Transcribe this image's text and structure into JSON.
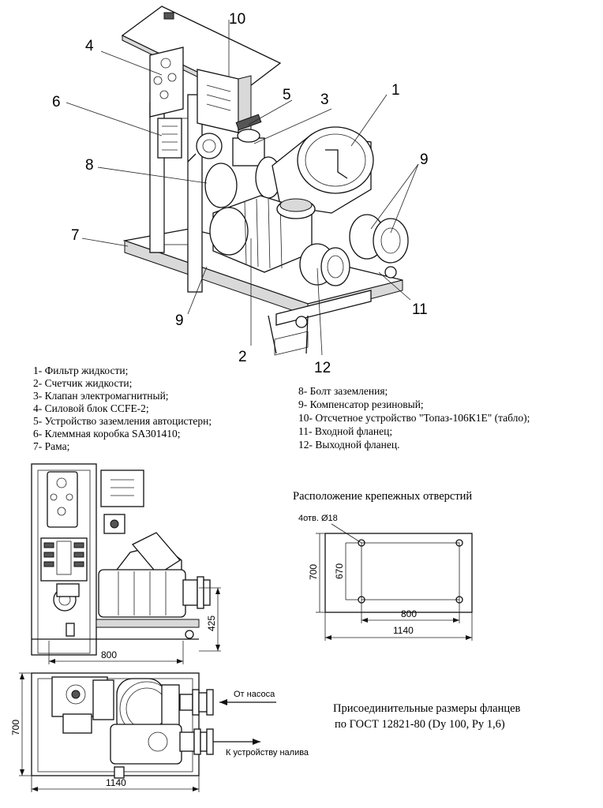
{
  "callouts": [
    "1",
    "2",
    "3",
    "4",
    "5",
    "6",
    "7",
    "8",
    "9",
    "9",
    "10",
    "11",
    "12"
  ],
  "legend_left": [
    "1- Фильтр жидкости;",
    "2- Счетчик жидкости;",
    "3- Клапан электромагнитный;",
    "4- Силовой блок CCFE-2;",
    "5- Устройство заземления автоцистерн;",
    "6- Клеммная коробка SA301410;",
    "7- Рама;"
  ],
  "legend_right": [
    "8- Болт заземления;",
    "9- Компенсатор резиновый;",
    "10- Отсчетное устройство \"Топаз-106К1Е\" (табло);",
    "11- Входной фланец;",
    "12- Выходной фланец."
  ],
  "mounting": {
    "title": "Расположение крепежных отверстий",
    "holes_label": "4отв. Ø18",
    "dim_700": "700",
    "dim_670": "670",
    "dim_800": "800",
    "dim_1140": "1140"
  },
  "front_view": {
    "dim_800": "800",
    "dim_425": "425"
  },
  "top_view": {
    "dim_700": "700",
    "dim_1140": "1140",
    "from_pump": "От насоса",
    "to_filling": "К устройству налива"
  },
  "flange_note": {
    "line1": "Присоединительные размеры фланцев",
    "line2": "по ГОСТ 12821-80 (Dy 100, Py 1,6)"
  }
}
